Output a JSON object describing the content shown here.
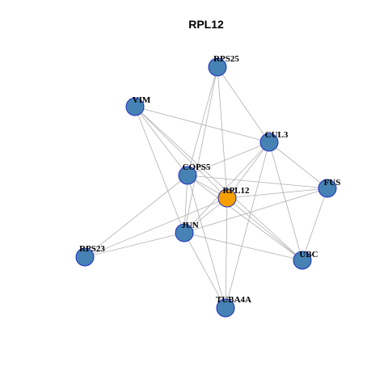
{
  "title": "RPL12",
  "colors": {
    "node_fill": "#4682b4",
    "center_fill": "#f5a000",
    "node_stroke": "#1f2fc0",
    "edge": "#b0b0b0"
  },
  "nodes": [
    {
      "id": "RPS25",
      "label": "RPS25",
      "center": false
    },
    {
      "id": "VIM",
      "label": "VIM",
      "center": false
    },
    {
      "id": "CUL3",
      "label": "CUL3",
      "center": false
    },
    {
      "id": "COPS5",
      "label": "COPS5",
      "center": false
    },
    {
      "id": "RPL12",
      "label": "RPL12",
      "center": true
    },
    {
      "id": "FUS",
      "label": "FUS",
      "center": false
    },
    {
      "id": "JUN",
      "label": "JUN",
      "center": false
    },
    {
      "id": "RPS23",
      "label": "RPS23",
      "center": false
    },
    {
      "id": "UBC",
      "label": "UBC",
      "center": false
    },
    {
      "id": "TUBA4A",
      "label": "TUBA4A",
      "center": false
    }
  ],
  "edges": [
    [
      "RPS25",
      "CUL3"
    ],
    [
      "RPS25",
      "COPS5"
    ],
    [
      "RPS25",
      "RPL12"
    ],
    [
      "RPS25",
      "JUN"
    ],
    [
      "VIM",
      "CUL3"
    ],
    [
      "VIM",
      "COPS5"
    ],
    [
      "VIM",
      "RPL12"
    ],
    [
      "VIM",
      "JUN"
    ],
    [
      "VIM",
      "UBC"
    ],
    [
      "CUL3",
      "COPS5"
    ],
    [
      "CUL3",
      "RPL12"
    ],
    [
      "CUL3",
      "FUS"
    ],
    [
      "CUL3",
      "JUN"
    ],
    [
      "CUL3",
      "UBC"
    ],
    [
      "CUL3",
      "TUBA4A"
    ],
    [
      "COPS5",
      "RPL12"
    ],
    [
      "COPS5",
      "FUS"
    ],
    [
      "COPS5",
      "JUN"
    ],
    [
      "COPS5",
      "RPS23"
    ],
    [
      "COPS5",
      "UBC"
    ],
    [
      "COPS5",
      "TUBA4A"
    ],
    [
      "RPL12",
      "FUS"
    ],
    [
      "RPL12",
      "JUN"
    ],
    [
      "RPL12",
      "RPS23"
    ],
    [
      "RPL12",
      "UBC"
    ],
    [
      "RPL12",
      "TUBA4A"
    ],
    [
      "FUS",
      "JUN"
    ],
    [
      "FUS",
      "UBC"
    ],
    [
      "JUN",
      "RPS23"
    ],
    [
      "JUN",
      "UBC"
    ],
    [
      "JUN",
      "TUBA4A"
    ]
  ]
}
